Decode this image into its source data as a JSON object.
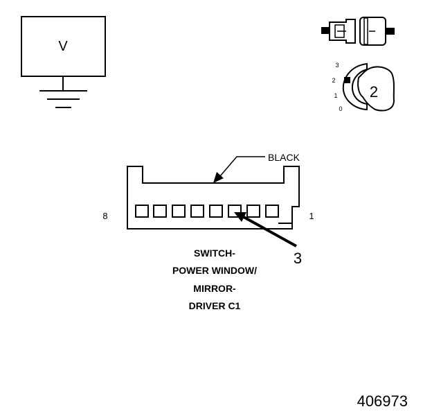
{
  "meter": {
    "label": "V"
  },
  "connector": {
    "color_label": "BLACK",
    "pin_left": "8",
    "pin_right": "1",
    "pin_count": 8,
    "callout": "3"
  },
  "ignition": {
    "callout": "2",
    "positions": [
      "3",
      "2",
      "1",
      "0"
    ]
  },
  "caption": {
    "line1": "SWITCH-",
    "line2": "POWER WINDOW/",
    "line3": "MIRROR-",
    "line4": "DRIVER C1"
  },
  "figure_id": "406973"
}
